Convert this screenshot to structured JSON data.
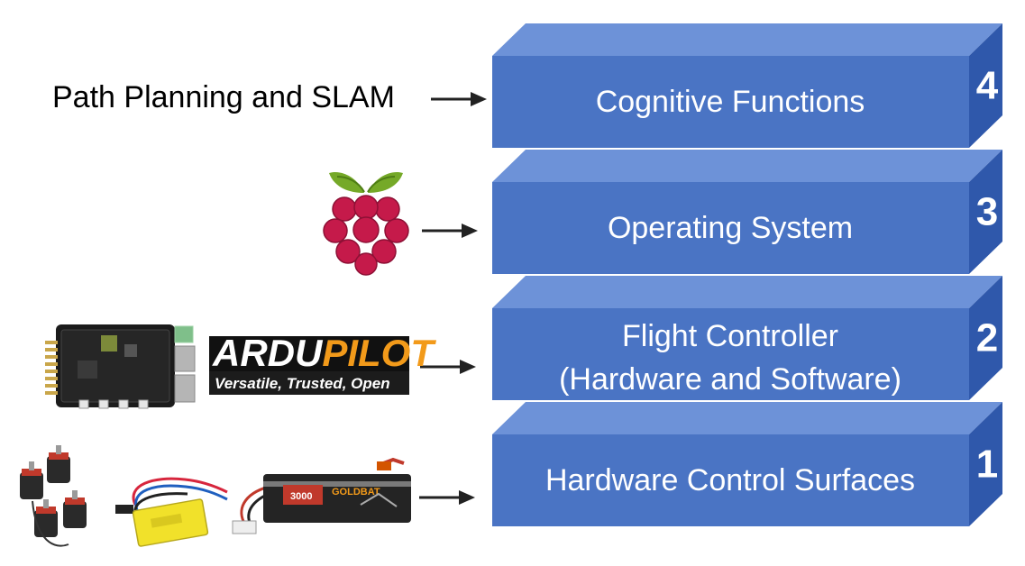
{
  "layers": [
    {
      "number": "4",
      "line1": "Cognitive Functions",
      "line2": ""
    },
    {
      "number": "3",
      "line1": "Operating System",
      "line2": ""
    },
    {
      "number": "2",
      "line1": "Flight Controller",
      "line2": "(Hardware and Software)"
    },
    {
      "number": "1",
      "line1": "Hardware Control Surfaces",
      "line2": ""
    }
  ],
  "left": {
    "path_planning_label": "Path Planning and SLAM",
    "ardupilot": {
      "name_part1": "ARDU",
      "name_part2": "PILOT",
      "tagline": "Versatile, Trusted, Open"
    },
    "battery_brand": "GOLDBAT",
    "battery_capacity": "3000"
  },
  "colors": {
    "front": "#4a74c4",
    "top": "#6d92d8",
    "side": "#2f58ab",
    "edge": "#3c66b8",
    "ardupilot_orange": "#f29a1a"
  },
  "icons": [
    "raspberry-pi-icon",
    "navio-board-icon",
    "motors-icon",
    "esc-icon",
    "lipo-battery-icon",
    "arrow-icon"
  ]
}
